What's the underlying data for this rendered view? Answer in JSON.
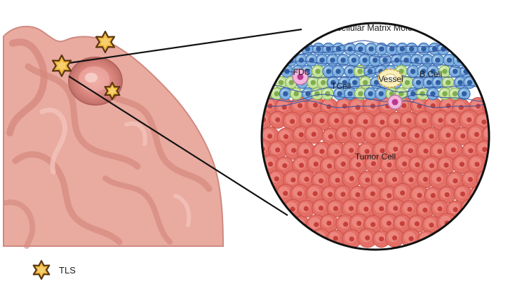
{
  "labels": {
    "ecm": "Extracellular Matrix Molecules",
    "fdc": "FDC",
    "tcell": "TCell",
    "vessel": "Vessel",
    "bcell": "B Cell",
    "tumor": "Tumor Cell"
  },
  "legend": {
    "icon": "star-icon",
    "label": "TLS"
  },
  "colors": {
    "star_fill": "#f0b63c",
    "star_outline": "#5a3712",
    "tissue": "#e7a49a",
    "tissue_fold": "#d08277",
    "tumor_cell": "#e46f67",
    "b_cell": "#7fb0e0",
    "t_cell": "#c6e39c",
    "fdc": "#f2a7d9",
    "vessel": "#f1e2a0",
    "ecm_fiber": "#3451a3"
  }
}
